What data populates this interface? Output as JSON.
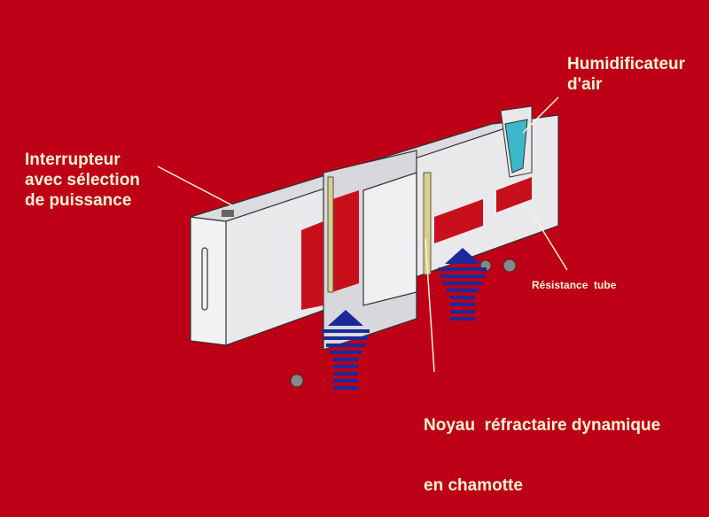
{
  "labels": {
    "humidifier": [
      "Humidificateur",
      "d'air"
    ],
    "switch": [
      "Interrupteur",
      "avec sélection",
      "de puissance"
    ],
    "resistance": "Résistance  tube",
    "core": [
      "Noyau  réfractaire dynamique",
      "en chamotte"
    ]
  },
  "colors": {
    "background": "#bd0016",
    "label": "#fff4d8",
    "arrow": "#1a2a9c",
    "element": "#c8101c"
  }
}
